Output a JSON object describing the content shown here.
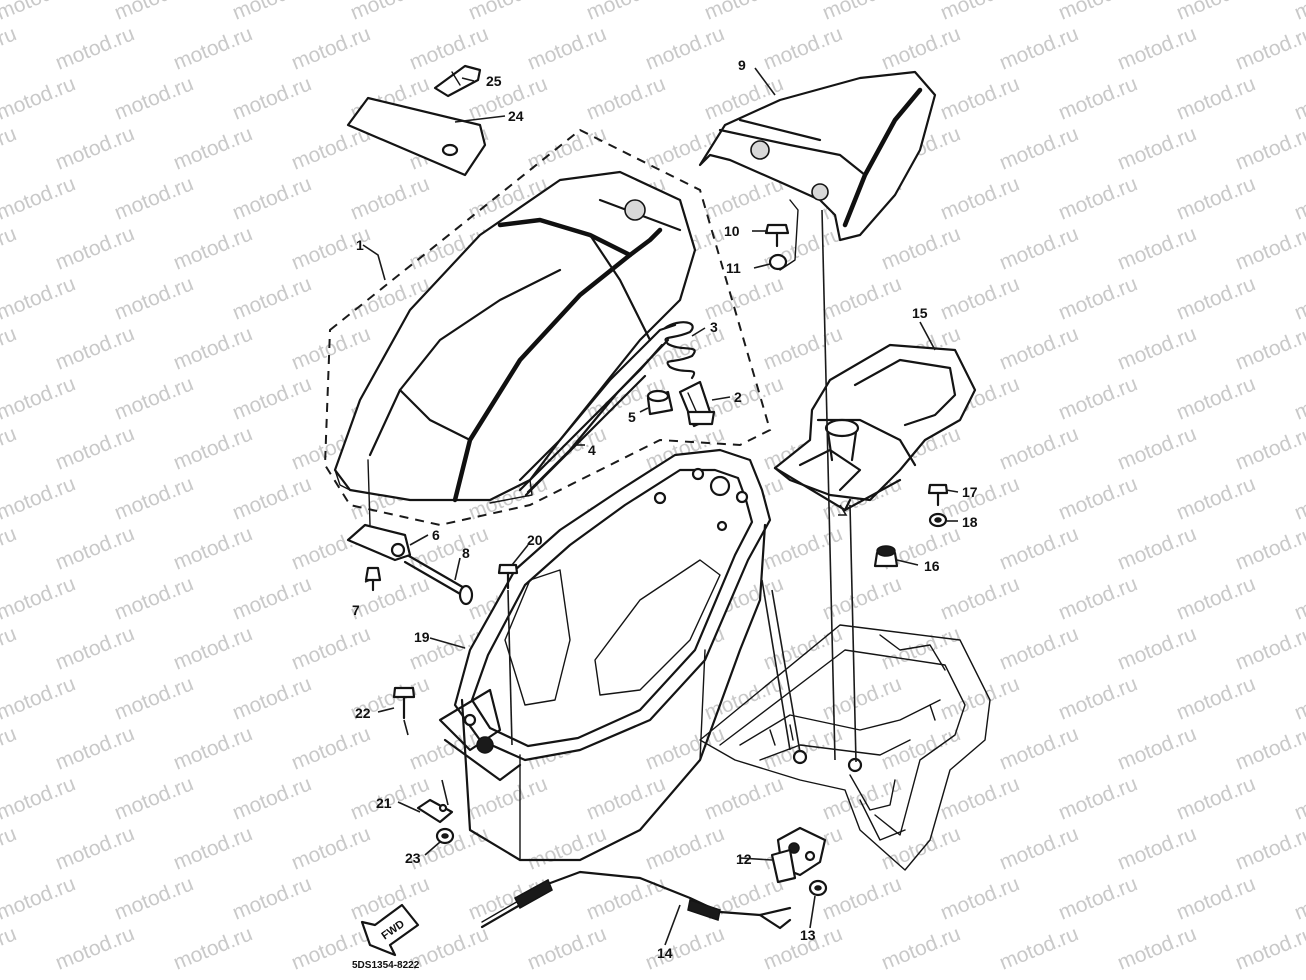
{
  "diagram": {
    "watermark_text": "motod.ru",
    "drawing_code": "5DS1354-8222",
    "direction_label": "FWD",
    "callouts": [
      "1",
      "2",
      "3",
      "4",
      "5",
      "6",
      "7",
      "8",
      "9",
      "10",
      "11",
      "12",
      "13",
      "14",
      "15",
      "16",
      "17",
      "18",
      "19",
      "20",
      "21",
      "22",
      "23",
      "24",
      "25"
    ]
  }
}
